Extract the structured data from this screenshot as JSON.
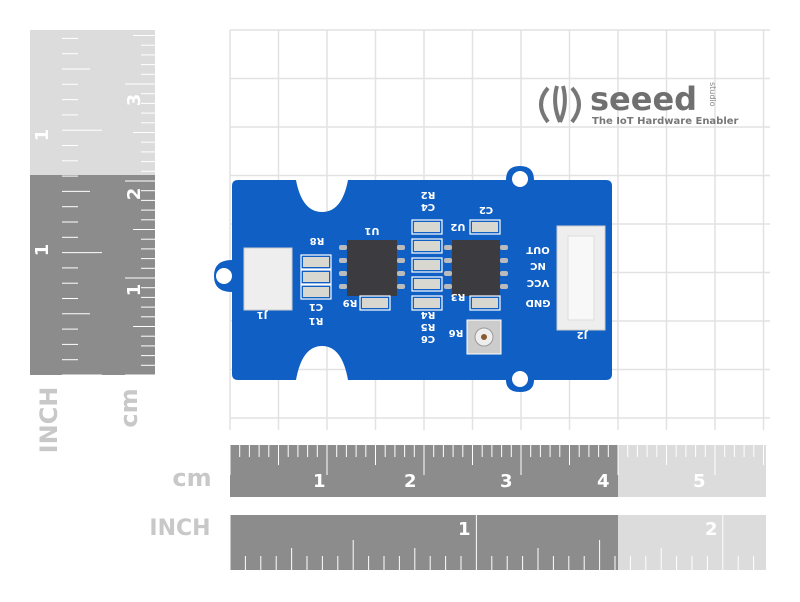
{
  "logo": {
    "brand": "seeed",
    "sub": "studio",
    "tagline": "The IoT Hardware Enabler"
  },
  "rulers": {
    "unit_cm": "cm",
    "unit_inch": "INCH",
    "vertical_cm_ticks": [
      "3",
      "2",
      "1"
    ],
    "vertical_inch_ticks": [
      "1",
      "1"
    ],
    "horizontal_cm_ticks": [
      "1",
      "2",
      "3",
      "4",
      "5"
    ],
    "horizontal_inch_ticks": [
      "1",
      "2"
    ]
  },
  "board": {
    "labels": {
      "j1": "J1",
      "j2": "J2",
      "u1": "U1",
      "u2": "U2",
      "r1": "R1",
      "r2": "R2",
      "r3": "R3",
      "r4": "R4",
      "r5": "R5",
      "r6": "R6",
      "r8": "R8",
      "r9": "R9",
      "c1": "C1",
      "c2": "C2",
      "c4": "C4",
      "c6": "C6",
      "out": "OUT",
      "nc": "NC",
      "vcc": "VCC",
      "gnd": "GND"
    },
    "colors": {
      "pcb": "#0f5fc4",
      "silk": "#ffffff",
      "connector": "#eeeeee"
    }
  }
}
